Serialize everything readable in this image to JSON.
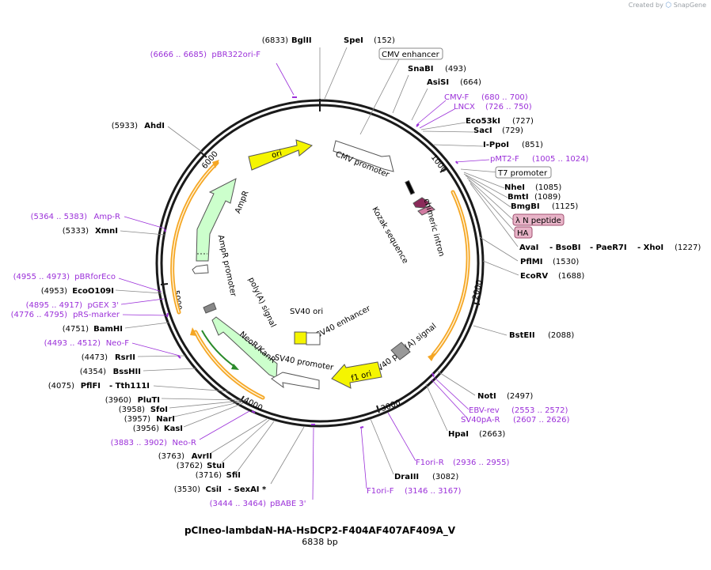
{
  "credit": {
    "prefix": "Created by",
    "brand": "SnapGene"
  },
  "plasmid": {
    "name": "pCIneo-lambdaN-HA-HsDCP2-F404AF407AF409A_V",
    "size_label": "6838 bp",
    "length": 6838
  },
  "ticks": [
    "1000",
    "2000",
    "3000",
    "4000",
    "5000",
    "6000"
  ],
  "colors": {
    "enzyme": "#000000",
    "primer": "#9b30d9",
    "ori": "#f5f500",
    "ampr": "#ccffcc",
    "promoter": "#ffffff",
    "orange": "#f5a623",
    "tag": "#e8b4c8"
  },
  "labels": [
    {
      "kind": "enzyme",
      "pos": "(6833)",
      "name": "BglII"
    },
    {
      "kind": "enzyme",
      "name": "SpeI",
      "pos": "(152)"
    },
    {
      "kind": "primer",
      "pos": "(6666 .. 6685)",
      "name": "pBR322ori-F"
    },
    {
      "kind": "feature",
      "name": "CMV enhancer"
    },
    {
      "kind": "enzyme",
      "name": "SnaBI",
      "pos": "(493)"
    },
    {
      "kind": "enzyme",
      "name": "AsiSI",
      "pos": "(664)"
    },
    {
      "kind": "primer",
      "name": "CMV-F",
      "pos": "(680 .. 700)"
    },
    {
      "kind": "primer",
      "name": "LNCX",
      "pos": "(726 .. 750)"
    },
    {
      "kind": "enzyme",
      "name": "Eco53kI",
      "pos": "(727)"
    },
    {
      "kind": "enzyme",
      "name": "SacI",
      "pos": "(729)"
    },
    {
      "kind": "enzyme",
      "name": "I-PpoI",
      "pos": "(851)"
    },
    {
      "kind": "primer",
      "name": "pMT2-F",
      "pos": "(1005 .. 1024)"
    },
    {
      "kind": "feature",
      "name": "T7 promoter"
    },
    {
      "kind": "enzyme",
      "name": "NheI",
      "pos": "(1085)"
    },
    {
      "kind": "enzyme",
      "name": "BmtI",
      "pos": "(1089)"
    },
    {
      "kind": "enzyme",
      "name": "BmgBI",
      "pos": "(1125)"
    },
    {
      "kind": "tag",
      "name": "λ N peptide"
    },
    {
      "kind": "tag",
      "name": "HA"
    },
    {
      "kind": "enzyme",
      "name": "AvaI",
      "pos": ""
    },
    {
      "kind": "enzyme",
      "name": "- BsoBI",
      "pos": ""
    },
    {
      "kind": "enzyme",
      "name": "- PaeR7I",
      "pos": ""
    },
    {
      "kind": "enzyme",
      "name": "- XhoI",
      "pos": "(1227)"
    },
    {
      "kind": "enzyme",
      "name": "PflMI",
      "pos": "(1530)"
    },
    {
      "kind": "enzyme",
      "name": "EcoRV",
      "pos": "(1688)"
    },
    {
      "kind": "enzyme",
      "name": "BstEII",
      "pos": "(2088)"
    },
    {
      "kind": "enzyme",
      "name": "NotI",
      "pos": "(2497)"
    },
    {
      "kind": "primer",
      "name": "EBV-rev",
      "pos": "(2553 .. 2572)"
    },
    {
      "kind": "primer",
      "name": "SV40pA-R",
      "pos": "(2607 .. 2626)"
    },
    {
      "kind": "enzyme",
      "name": "HpaI",
      "pos": "(2663)"
    },
    {
      "kind": "primer",
      "name": "F1ori-R",
      "pos": "(2936 .. 2955)"
    },
    {
      "kind": "enzyme",
      "name": "DraIII",
      "pos": "(3082)"
    },
    {
      "kind": "primer",
      "name": "F1ori-F",
      "pos": "(3146 .. 3167)"
    },
    {
      "kind": "primer",
      "pos": "(3444 .. 3464)",
      "name": "pBABE 3'"
    },
    {
      "kind": "enzyme",
      "pos": "(3530)",
      "name": "CsiI"
    },
    {
      "kind": "enzyme",
      "pos": "",
      "name": "- SexAI *"
    },
    {
      "kind": "enzyme",
      "pos": "(3716)",
      "name": "SfiI"
    },
    {
      "kind": "enzyme",
      "pos": "(3762)",
      "name": "StuI"
    },
    {
      "kind": "enzyme",
      "pos": "(3763)",
      "name": "AvrII"
    },
    {
      "kind": "primer",
      "pos": "(3883 .. 3902)",
      "name": "Neo-R"
    },
    {
      "kind": "enzyme",
      "pos": "(3956)",
      "name": "KasI"
    },
    {
      "kind": "enzyme",
      "pos": "(3957)",
      "name": "NarI"
    },
    {
      "kind": "enzyme",
      "pos": "(3958)",
      "name": "SfoI"
    },
    {
      "kind": "enzyme",
      "pos": "(3960)",
      "name": "PluTI"
    },
    {
      "kind": "enzyme",
      "pos": "(4075)",
      "name": "PflFI"
    },
    {
      "kind": "enzyme",
      "pos": "",
      "name": "- Tth111I"
    },
    {
      "kind": "enzyme",
      "pos": "(4354)",
      "name": "BssHII"
    },
    {
      "kind": "enzyme",
      "pos": "(4473)",
      "name": "RsrII"
    },
    {
      "kind": "primer",
      "pos": "(4493 .. 4512)",
      "name": "Neo-F"
    },
    {
      "kind": "enzyme",
      "pos": "(4751)",
      "name": "BamHI"
    },
    {
      "kind": "primer",
      "pos": "(4776 .. 4795)",
      "name": "pRS-marker"
    },
    {
      "kind": "primer",
      "pos": "(4895 .. 4917)",
      "name": "pGEX 3'"
    },
    {
      "kind": "enzyme",
      "pos": "(4953)",
      "name": "EcoO109I"
    },
    {
      "kind": "primer",
      "pos": "(4955 .. 4973)",
      "name": "pBRforEco"
    },
    {
      "kind": "enzyme",
      "pos": "(5333)",
      "name": "XmnI"
    },
    {
      "kind": "primer",
      "pos": "(5364 .. 5383)",
      "name": "Amp-R"
    },
    {
      "kind": "enzyme",
      "pos": "(5933)",
      "name": "AhdI"
    }
  ],
  "features": [
    {
      "name": "ori"
    },
    {
      "name": "CMV promoter"
    },
    {
      "name": "AmpR"
    },
    {
      "name": "AmpR promoter"
    },
    {
      "name": "chimeric intron"
    },
    {
      "name": "Kozak sequence"
    },
    {
      "name": "poly(A) signal"
    },
    {
      "name": "SV40 ori"
    },
    {
      "name": "SV40 enhancer"
    },
    {
      "name": "SV40 poly(A) signal"
    },
    {
      "name": "NeoR/KanR"
    },
    {
      "name": "SV40 promoter"
    },
    {
      "name": "f1 ori"
    }
  ]
}
